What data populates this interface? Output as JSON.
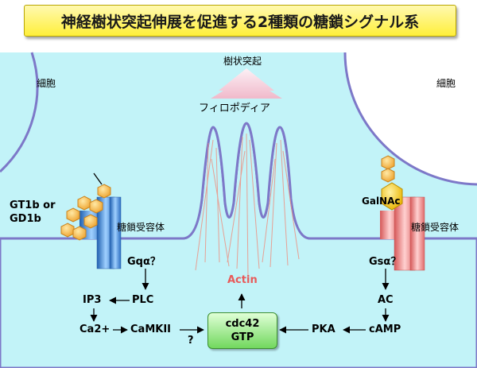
{
  "title": "神経樹状突起伸展を促進する2種類の糖鎖シグナル系",
  "labels": {
    "cell_left": "細胞",
    "cell_right": "細胞",
    "dendrite": "樹状突起",
    "filopodia": "フィロポディア",
    "ganglioside": "GT1b or\nGD1b",
    "receptor_left": "糖鎖受容体",
    "receptor_right": "糖鎖受容体",
    "galnac": "GalNAc",
    "actin": "Actin"
  },
  "pathway": {
    "gq": "Gqα？",
    "plc": "PLC",
    "ip3": "IP3",
    "ca": "Ca2+",
    "camkii": "CaMKII",
    "question": "?",
    "gtp_line1": "cdc42",
    "gtp_line2": "GTP",
    "gs": "Gsα？",
    "ac": "AC",
    "camp": "cAMP",
    "pka": "PKA"
  },
  "colors": {
    "medium": "#c2f3f8",
    "membrane": "#7d78c8",
    "title_bg": "#fff26a",
    "receptor_left": "#4f8fd2",
    "receptor_right": "#f08a8a",
    "glycan": "#f3b23a",
    "galnac": "#f2c300",
    "actin": "#e85a5a",
    "gtp_box": "#8be07a"
  }
}
